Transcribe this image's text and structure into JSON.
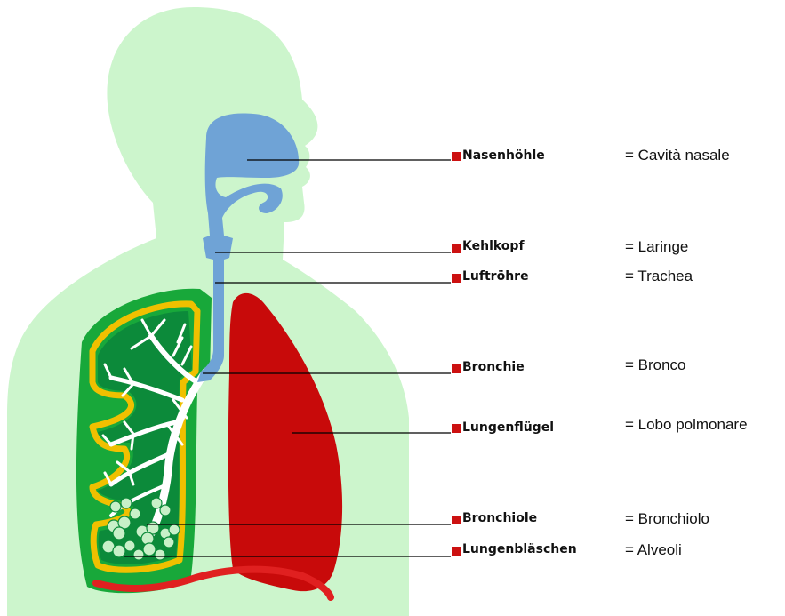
{
  "labels": [
    {
      "id": "nasal",
      "de": "Nasenhöhle",
      "it": "= Cavità nasale"
    },
    {
      "id": "larynx",
      "de": "Kehlkopf",
      "it": "= Laringe"
    },
    {
      "id": "trachea",
      "de": "Luftröhre",
      "it": "= Trachea"
    },
    {
      "id": "bronchus",
      "de": "Bronchie",
      "it": "= Bronco"
    },
    {
      "id": "lung",
      "de": "Lungenflügel",
      "it": "= Lobo polmonare"
    },
    {
      "id": "bronchiole",
      "de": "Bronchiole",
      "it": "= Bronchiolo"
    },
    {
      "id": "alveoli",
      "de": "Lungenbläschen",
      "it": "= Alveoli"
    }
  ],
  "colors": {
    "body": "#ccf5cc",
    "airway": "#6fa3d6",
    "lung_right": "#c80a0a",
    "lung_left_outer": "#18a83a",
    "lung_left_border": "#f0c000",
    "lung_left_inner": "#0c8a3a",
    "bronchial_tree": "#ffffff",
    "diaphragm": "#e02020",
    "marker": "#cc1111",
    "leader_line": "#000000"
  }
}
